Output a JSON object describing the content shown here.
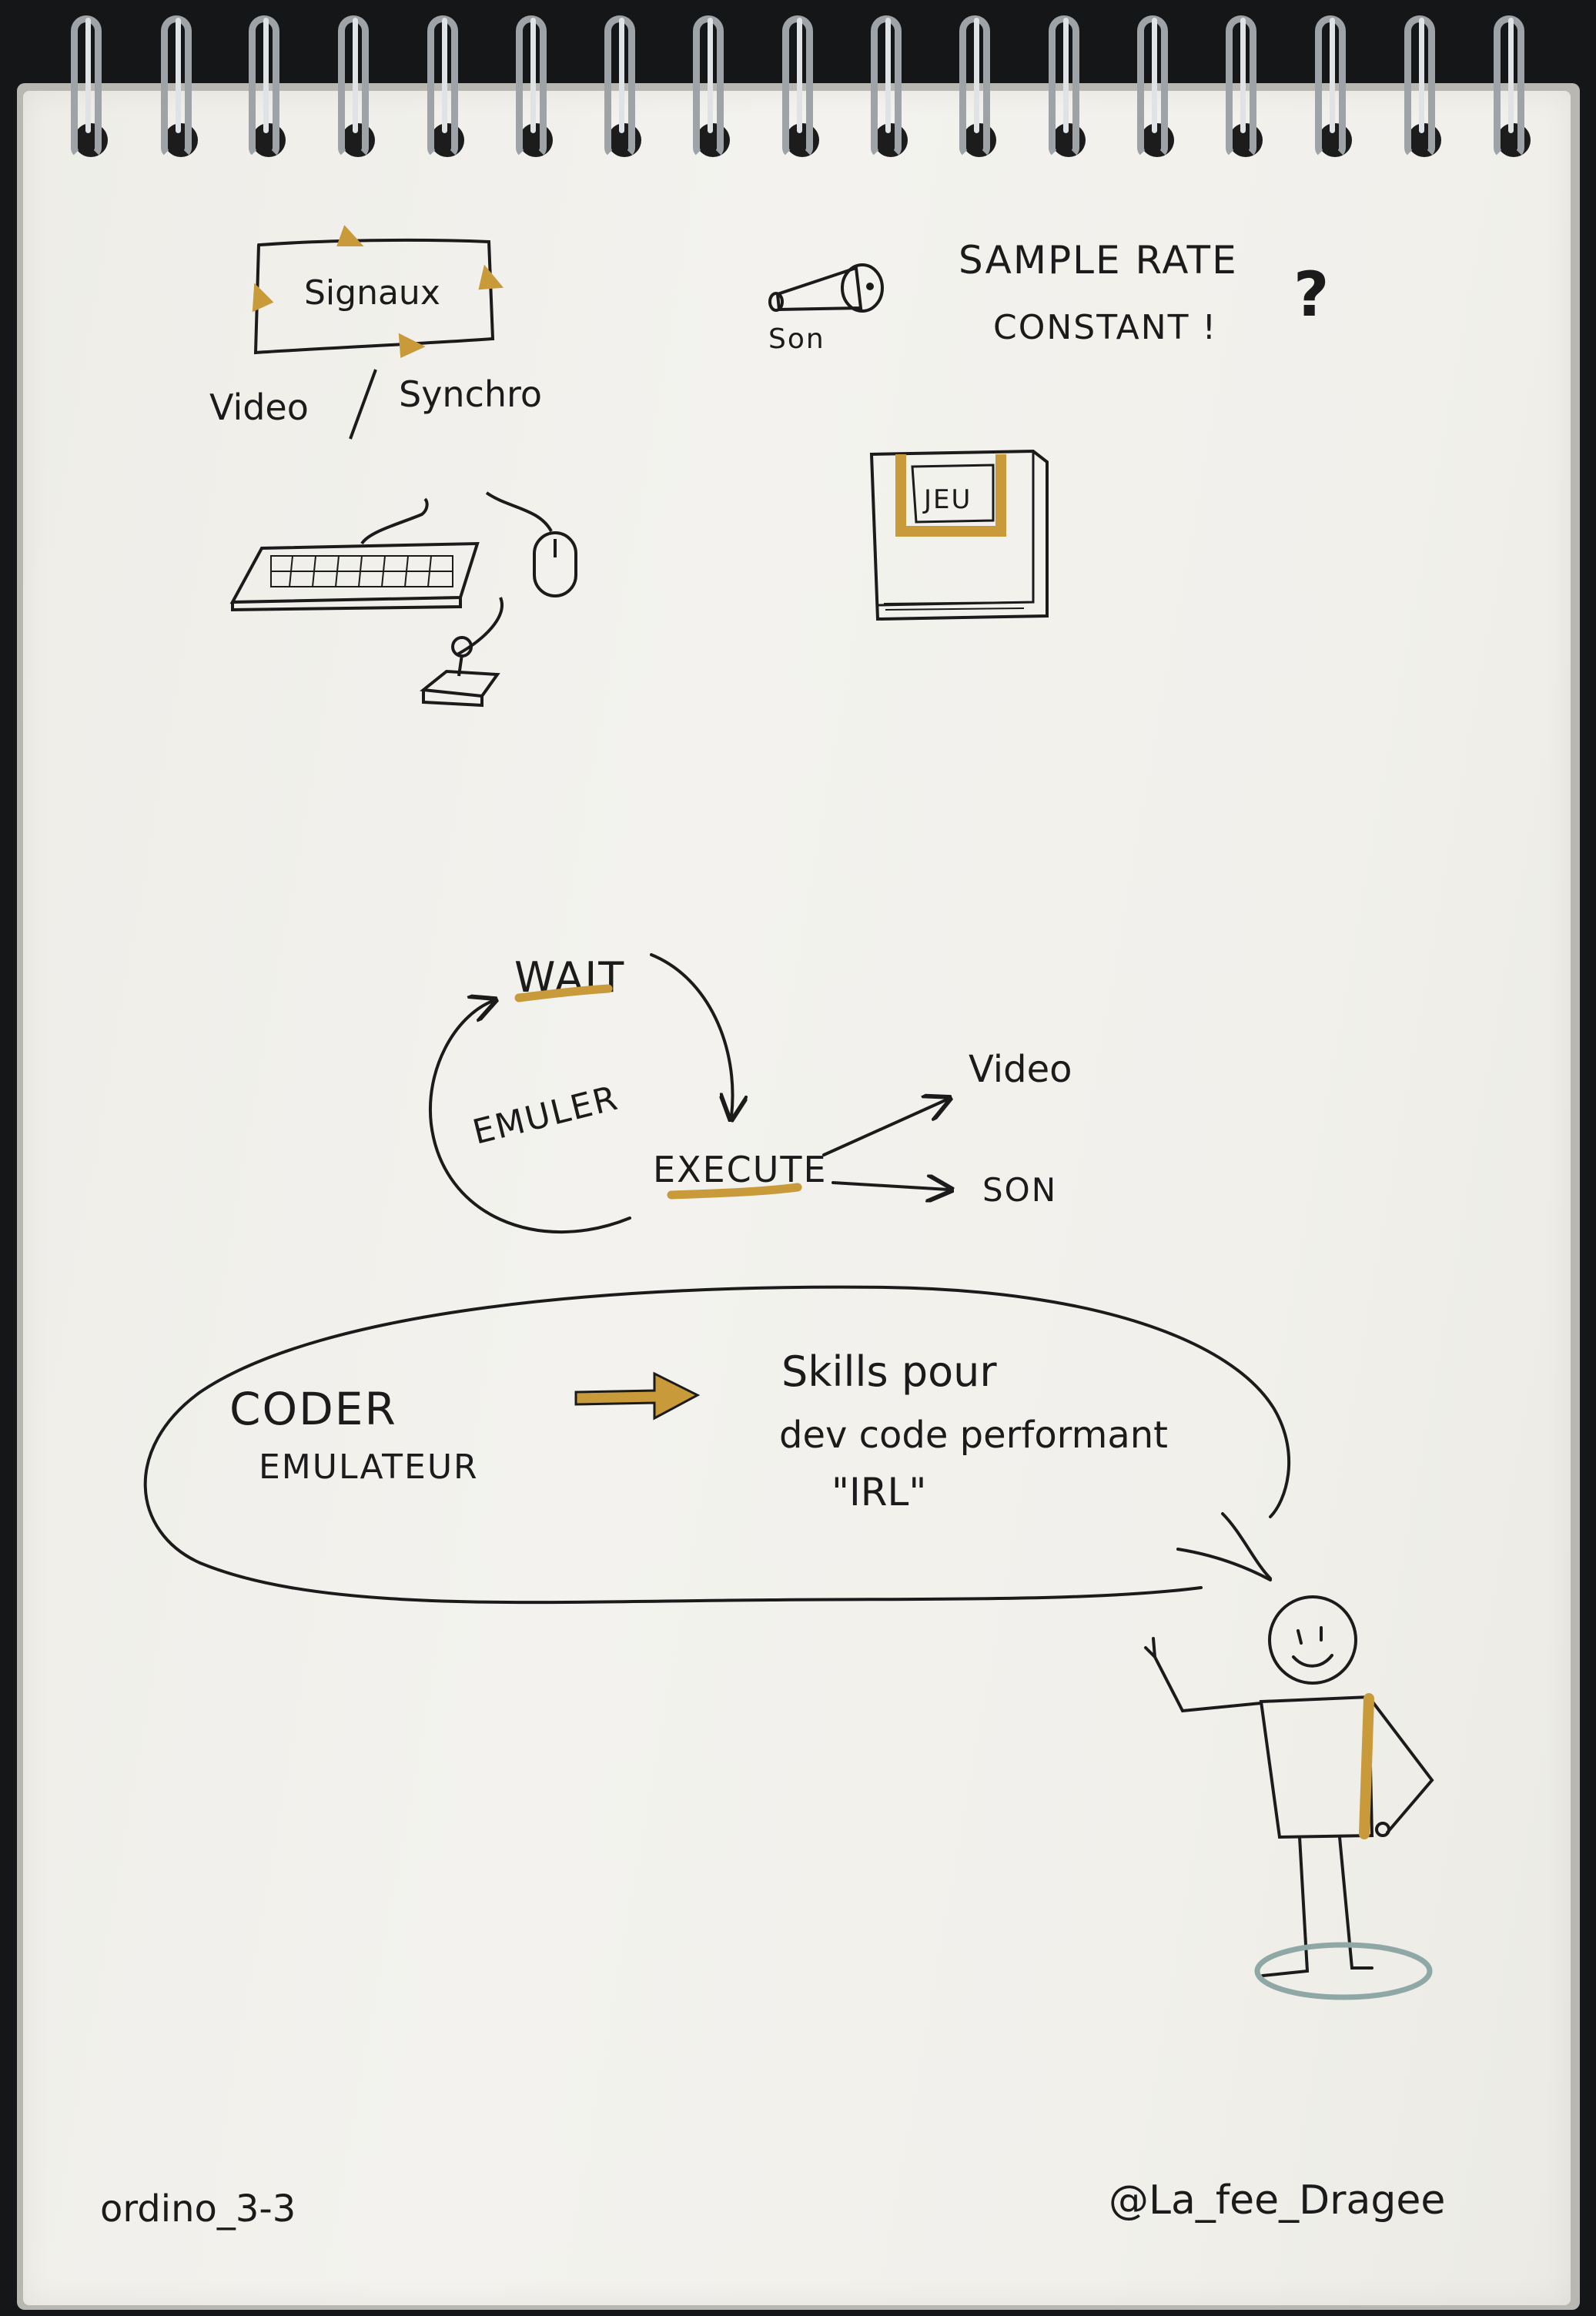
{
  "sketch": {
    "signals_box_label": "Signaux",
    "video_synch_left": "Video",
    "video_synch_right": "Synchro",
    "horn_label": "Son",
    "sample_rate_line1": "SAMPLE RATE",
    "sample_rate_line2": "CONSTANT !",
    "question_mark": "?",
    "cartridge_label": "JEU",
    "cycle_wait": "WAIT",
    "cycle_emuler": "EMULER",
    "cycle_execute": "EXECUTE",
    "output_video": "Video",
    "output_son": "SON",
    "bubble_left_line1": "CODER",
    "bubble_left_line2": "EMULATEUR",
    "bubble_right_line1": "Skills pour",
    "bubble_right_line2": "dev code performant",
    "bubble_right_line3": "\"IRL\"",
    "footer_left": "ordino_3-3",
    "footer_right": "@La_fee_Dragee"
  },
  "colors": {
    "ink": "#1b1b1b",
    "gold": "#c89a3a",
    "halo": "#8fa7a5",
    "paper": "#f1f0eb",
    "background": "#151617",
    "spiral": "#9ea3a8"
  },
  "icons": [
    "signal-loop-icon",
    "horn-icon",
    "keyboard-icon",
    "mouse-icon",
    "joystick-icon",
    "cartridge-icon",
    "cycle-arrow-icon",
    "gold-arrow-icon",
    "speech-bubble-icon",
    "stick-figure-icon"
  ]
}
